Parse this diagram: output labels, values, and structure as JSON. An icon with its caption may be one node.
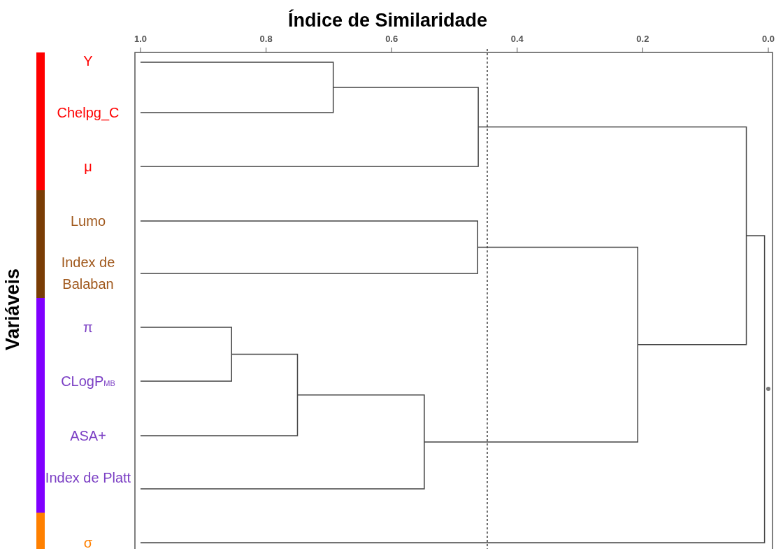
{
  "diagram": {
    "title": "Índice de Similaridade",
    "labels": [
      "1.0",
      "0.8",
      "0.6",
      "0.4",
      "0.2",
      "0.0",
      "Variáveis",
      "Y",
      "Chelpg_C",
      "μ",
      "Lumo",
      "Index de Balaban",
      "π",
      "CLogP$_{MB}$",
      "ASA+",
      "Index de Platt",
      "σ"
    ]
  }
}
